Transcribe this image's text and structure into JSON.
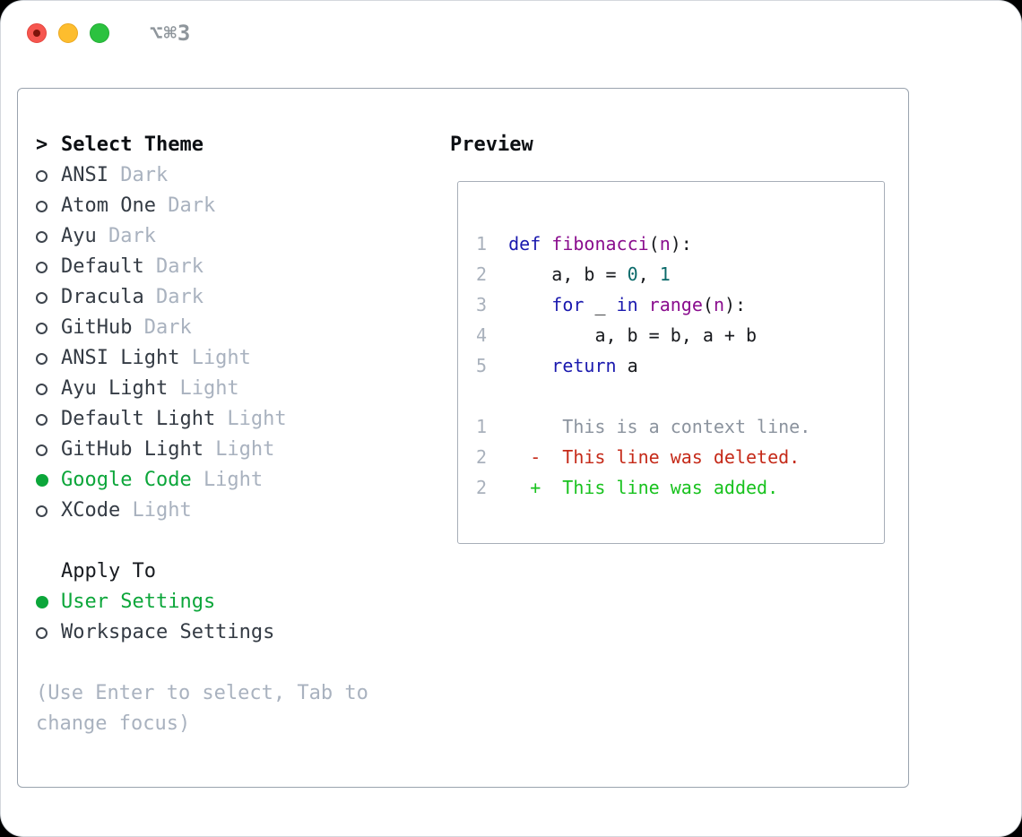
{
  "window": {
    "title": "⌥⌘3"
  },
  "colors": {
    "accent_green": "#0ca63a",
    "diff_added_green": "#18c21e",
    "diff_deleted_red": "#c52a19",
    "diff_context_gray": "#8b939e",
    "code_keyword_blue": "#1a19ae",
    "code_function_purple": "#8a0d8e",
    "code_literal_teal": "#0b6a6a",
    "muted_gray": "#a9b2bf",
    "traffic_red": "#f6564f",
    "traffic_yellow": "#fdbd2e",
    "traffic_green": "#2bc23f"
  },
  "theme_picker": {
    "focus_indicator": ">",
    "title": "Select Theme",
    "items": [
      {
        "name": "ANSI",
        "variant": "Dark",
        "selected": false
      },
      {
        "name": "Atom One",
        "variant": "Dark",
        "selected": false
      },
      {
        "name": "Ayu",
        "variant": "Dark",
        "selected": false
      },
      {
        "name": "Default",
        "variant": "Dark",
        "selected": false
      },
      {
        "name": "Dracula",
        "variant": "Dark",
        "selected": false
      },
      {
        "name": "GitHub",
        "variant": "Dark",
        "selected": false
      },
      {
        "name": "ANSI Light",
        "variant": "Light",
        "selected": false
      },
      {
        "name": "Ayu Light",
        "variant": "Light",
        "selected": false
      },
      {
        "name": "Default Light",
        "variant": "Light",
        "selected": false
      },
      {
        "name": "GitHub Light",
        "variant": "Light",
        "selected": false
      },
      {
        "name": "Google Code",
        "variant": "Light",
        "selected": true
      },
      {
        "name": "XCode",
        "variant": "Light",
        "selected": false
      }
    ]
  },
  "apply_to": {
    "title": "Apply To",
    "options": [
      {
        "label": "User Settings",
        "selected": true
      },
      {
        "label": "Workspace Settings",
        "selected": false
      }
    ]
  },
  "help_text": "(Use Enter to select, Tab to change focus)",
  "preview": {
    "title": "Preview",
    "code_lines": [
      {
        "ln": "1",
        "segments": [
          {
            "text": "def",
            "token": "keyword"
          },
          {
            "text": " ",
            "token": "plain"
          },
          {
            "text": "fibonacci",
            "token": "function"
          },
          {
            "text": "(",
            "token": "plain"
          },
          {
            "text": "n",
            "token": "function"
          },
          {
            "text": "):",
            "token": "plain"
          }
        ]
      },
      {
        "ln": "2",
        "segments": [
          {
            "text": "    a, b = ",
            "token": "plain"
          },
          {
            "text": "0",
            "token": "literal"
          },
          {
            "text": ", ",
            "token": "plain"
          },
          {
            "text": "1",
            "token": "literal"
          }
        ]
      },
      {
        "ln": "3",
        "segments": [
          {
            "text": "    ",
            "token": "plain"
          },
          {
            "text": "for",
            "token": "keyword"
          },
          {
            "text": " _ ",
            "token": "plain"
          },
          {
            "text": "in",
            "token": "keyword"
          },
          {
            "text": " ",
            "token": "plain"
          },
          {
            "text": "range",
            "token": "function"
          },
          {
            "text": "(",
            "token": "plain"
          },
          {
            "text": "n",
            "token": "function"
          },
          {
            "text": "):",
            "token": "plain"
          }
        ]
      },
      {
        "ln": "4",
        "segments": [
          {
            "text": "        a, b = b, a + b",
            "token": "plain"
          }
        ]
      },
      {
        "ln": "5",
        "segments": [
          {
            "text": "    ",
            "token": "plain"
          },
          {
            "text": "return",
            "token": "keyword"
          },
          {
            "text": " a",
            "token": "plain"
          }
        ]
      }
    ],
    "diff_lines": [
      {
        "ln": "1",
        "marker": "",
        "text": "This is a context line.",
        "kind": "context"
      },
      {
        "ln": "2",
        "marker": "-",
        "text": "This line was deleted.",
        "kind": "deleted"
      },
      {
        "ln": "2",
        "marker": "+",
        "text": "This line was added.",
        "kind": "added"
      }
    ]
  }
}
